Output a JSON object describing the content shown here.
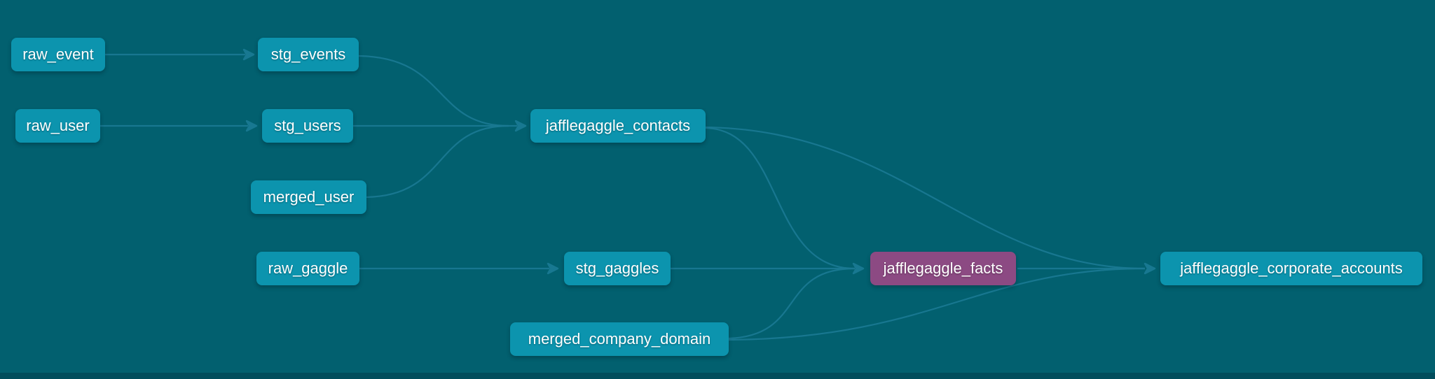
{
  "app": {
    "view": "lineage-graph"
  },
  "canvas": {
    "background_color": "#02606F",
    "edge_color": "#1A7A93",
    "node_color": "#0C94AE",
    "selected_node_color": "#8C4A83",
    "text_color": "#FFFFFF"
  },
  "selected_node": "jafflegaggle_facts",
  "nodes": [
    {
      "id": "raw_event",
      "label": "raw_event",
      "state": "default"
    },
    {
      "id": "stg_events",
      "label": "stg_events",
      "state": "default"
    },
    {
      "id": "raw_user",
      "label": "raw_user",
      "state": "default"
    },
    {
      "id": "stg_users",
      "label": "stg_users",
      "state": "default"
    },
    {
      "id": "merged_user",
      "label": "merged_user",
      "state": "default"
    },
    {
      "id": "jafflegaggle_contacts",
      "label": "jafflegaggle_contacts",
      "state": "default"
    },
    {
      "id": "raw_gaggle",
      "label": "raw_gaggle",
      "state": "default"
    },
    {
      "id": "stg_gaggles",
      "label": "stg_gaggles",
      "state": "default"
    },
    {
      "id": "merged_company_domain",
      "label": "merged_company_domain",
      "state": "default"
    },
    {
      "id": "jafflegaggle_facts",
      "label": "jafflegaggle_facts",
      "state": "selected"
    },
    {
      "id": "jafflegaggle_corporate_accounts",
      "label": "jafflegaggle_corporate_accounts",
      "state": "default"
    }
  ],
  "graph": {
    "edges": [
      {
        "from": "raw_event",
        "to": "stg_events"
      },
      {
        "from": "raw_user",
        "to": "stg_users"
      },
      {
        "from": "stg_events",
        "to": "jafflegaggle_contacts"
      },
      {
        "from": "stg_users",
        "to": "jafflegaggle_contacts"
      },
      {
        "from": "merged_user",
        "to": "jafflegaggle_contacts"
      },
      {
        "from": "raw_gaggle",
        "to": "stg_gaggles"
      },
      {
        "from": "stg_gaggles",
        "to": "jafflegaggle_facts"
      },
      {
        "from": "jafflegaggle_contacts",
        "to": "jafflegaggle_facts"
      },
      {
        "from": "merged_company_domain",
        "to": "jafflegaggle_facts"
      },
      {
        "from": "jafflegaggle_facts",
        "to": "jafflegaggle_corporate_accounts"
      },
      {
        "from": "jafflegaggle_contacts",
        "to": "jafflegaggle_corporate_accounts"
      },
      {
        "from": "merged_company_domain",
        "to": "jafflegaggle_corporate_accounts"
      }
    ]
  }
}
